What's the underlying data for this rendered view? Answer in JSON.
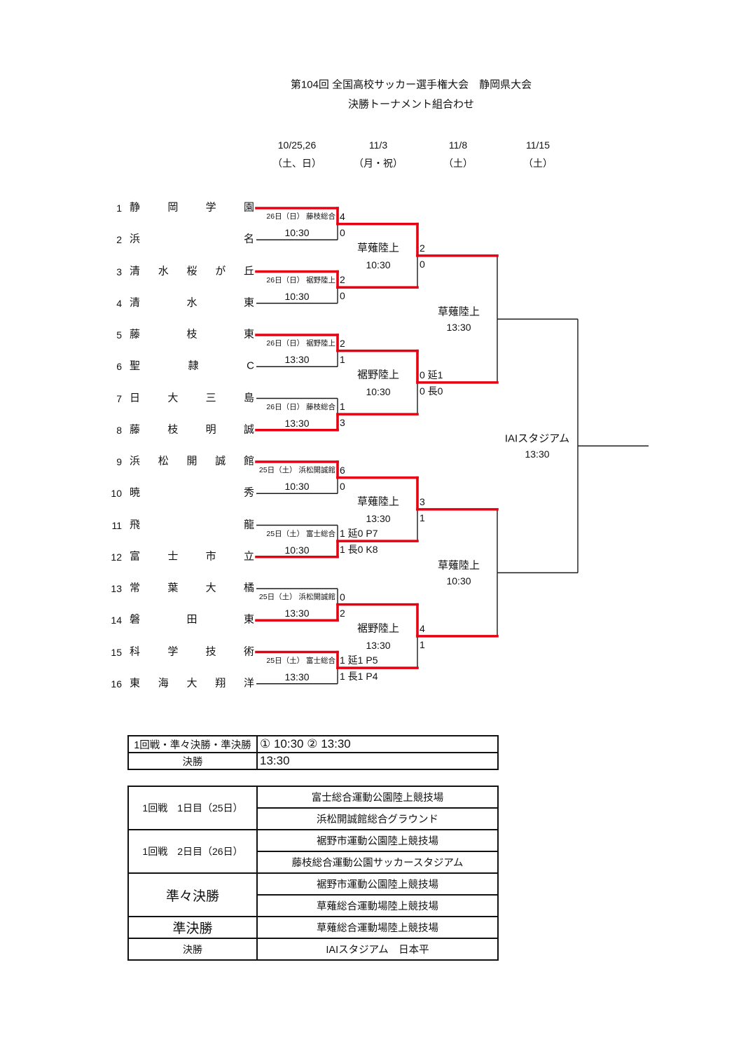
{
  "title": {
    "line1": "第104回 全国高校サッカー選手権大会　静岡県大会",
    "line2": "決勝トーナメント組合わせ"
  },
  "colors": {
    "winner_line": "#e60012",
    "line": "#1a1a1a"
  },
  "rounds": [
    {
      "date": "10/25,26",
      "day": "（土、日）"
    },
    {
      "date": "11/3",
      "day": "（月・祝）"
    },
    {
      "date": "11/8",
      "day": "（土）"
    },
    {
      "date": "11/15",
      "day": "（土）"
    }
  ],
  "teams": [
    {
      "no": "1",
      "name": "静岡学園"
    },
    {
      "no": "2",
      "name": "浜名"
    },
    {
      "no": "3",
      "name": "清水桜が丘"
    },
    {
      "no": "4",
      "name": "清水東"
    },
    {
      "no": "5",
      "name": "藤枝東"
    },
    {
      "no": "6",
      "name": "聖隷C"
    },
    {
      "no": "7",
      "name": "日大三島"
    },
    {
      "no": "8",
      "name": "藤枝明誠"
    },
    {
      "no": "9",
      "name": "浜松開誠館"
    },
    {
      "no": "10",
      "name": "暁秀"
    },
    {
      "no": "11",
      "name": "飛龍"
    },
    {
      "no": "12",
      "name": "富士市立"
    },
    {
      "no": "13",
      "name": "常葉大橘"
    },
    {
      "no": "14",
      "name": "磐田東"
    },
    {
      "no": "15",
      "name": "科学技術"
    },
    {
      "no": "16",
      "name": "東海大翔洋"
    }
  ],
  "round1": [
    {
      "date_venue": "26日（日） 藤枝総合",
      "time": "10:30",
      "scores": [
        "4",
        "0"
      ],
      "winner": "top"
    },
    {
      "date_venue": "26日（日） 裾野陸上",
      "time": "10:30",
      "scores": [
        "2",
        "0"
      ],
      "winner": "top"
    },
    {
      "date_venue": "26日（日） 裾野陸上",
      "time": "13:30",
      "scores": [
        "2",
        "1"
      ],
      "winner": "top"
    },
    {
      "date_venue": "26日（日） 藤枝総合",
      "time": "13:30",
      "scores": [
        "1",
        "3"
      ],
      "winner": "bottom"
    },
    {
      "date_venue": "25日（土） 浜松開誠館",
      "time": "10:30",
      "scores": [
        "6",
        "0"
      ],
      "winner": "top"
    },
    {
      "date_venue": "25日（土） 富士総合",
      "time": "10:30",
      "scores": [
        "1 延0 P7",
        "1 長0 K8"
      ],
      "winner": "bottom"
    },
    {
      "date_venue": "25日（土） 浜松開誠館",
      "time": "13:30",
      "scores": [
        "0",
        "2"
      ],
      "winner": "bottom"
    },
    {
      "date_venue": "25日（土） 富士総合",
      "time": "13:30",
      "scores": [
        "1 延1 P5",
        "1 長1 P4"
      ],
      "winner": "top"
    }
  ],
  "quarterfinals": [
    {
      "venue": "草薙陸上",
      "time": "10:30",
      "scores": [
        "2",
        "0"
      ],
      "winner": "top"
    },
    {
      "venue": "裾野陸上",
      "time": "10:30",
      "scores": [
        "0 延1",
        "0 長0"
      ],
      "winner": "top"
    },
    {
      "venue": "草薙陸上",
      "time": "13:30",
      "scores": [
        "3",
        "1"
      ],
      "winner": "top"
    },
    {
      "venue": "裾野陸上",
      "time": "13:30",
      "scores": [
        "4",
        "1"
      ],
      "winner": "top"
    }
  ],
  "semifinals": [
    {
      "venue": "草薙陸上",
      "time": "13:30",
      "winner": null
    },
    {
      "venue": "草薙陸上",
      "time": "10:30",
      "winner": null
    }
  ],
  "final": {
    "venue": "IAIスタジアム",
    "time": "13:30",
    "winner": null
  },
  "schedule_table": {
    "rows": [
      {
        "label": "1回戦・準々決勝・準決勝",
        "value": "① 10:30 ② 13:30"
      },
      {
        "label": "決勝",
        "value": "13:30"
      }
    ]
  },
  "venue_table": {
    "groups": [
      {
        "label": "1回戦　1日目（25日）",
        "venues": [
          "富士総合運動公園陸上競技場",
          "浜松開誠館総合グラウンド"
        ]
      },
      {
        "label": "1回戦　2日目（26日）",
        "venues": [
          "裾野市運動公園陸上競技場",
          "藤枝総合運動公園サッカースタジアム"
        ]
      },
      {
        "label": "準々決勝",
        "venues": [
          "裾野市運動公園陸上競技場",
          "草薙総合運動場陸上競技場"
        ]
      },
      {
        "label": "準決勝",
        "venues": [
          "草薙総合運動場陸上競技場"
        ]
      },
      {
        "label": "決勝",
        "venues": [
          "IAIスタジアム　日本平"
        ]
      }
    ]
  }
}
